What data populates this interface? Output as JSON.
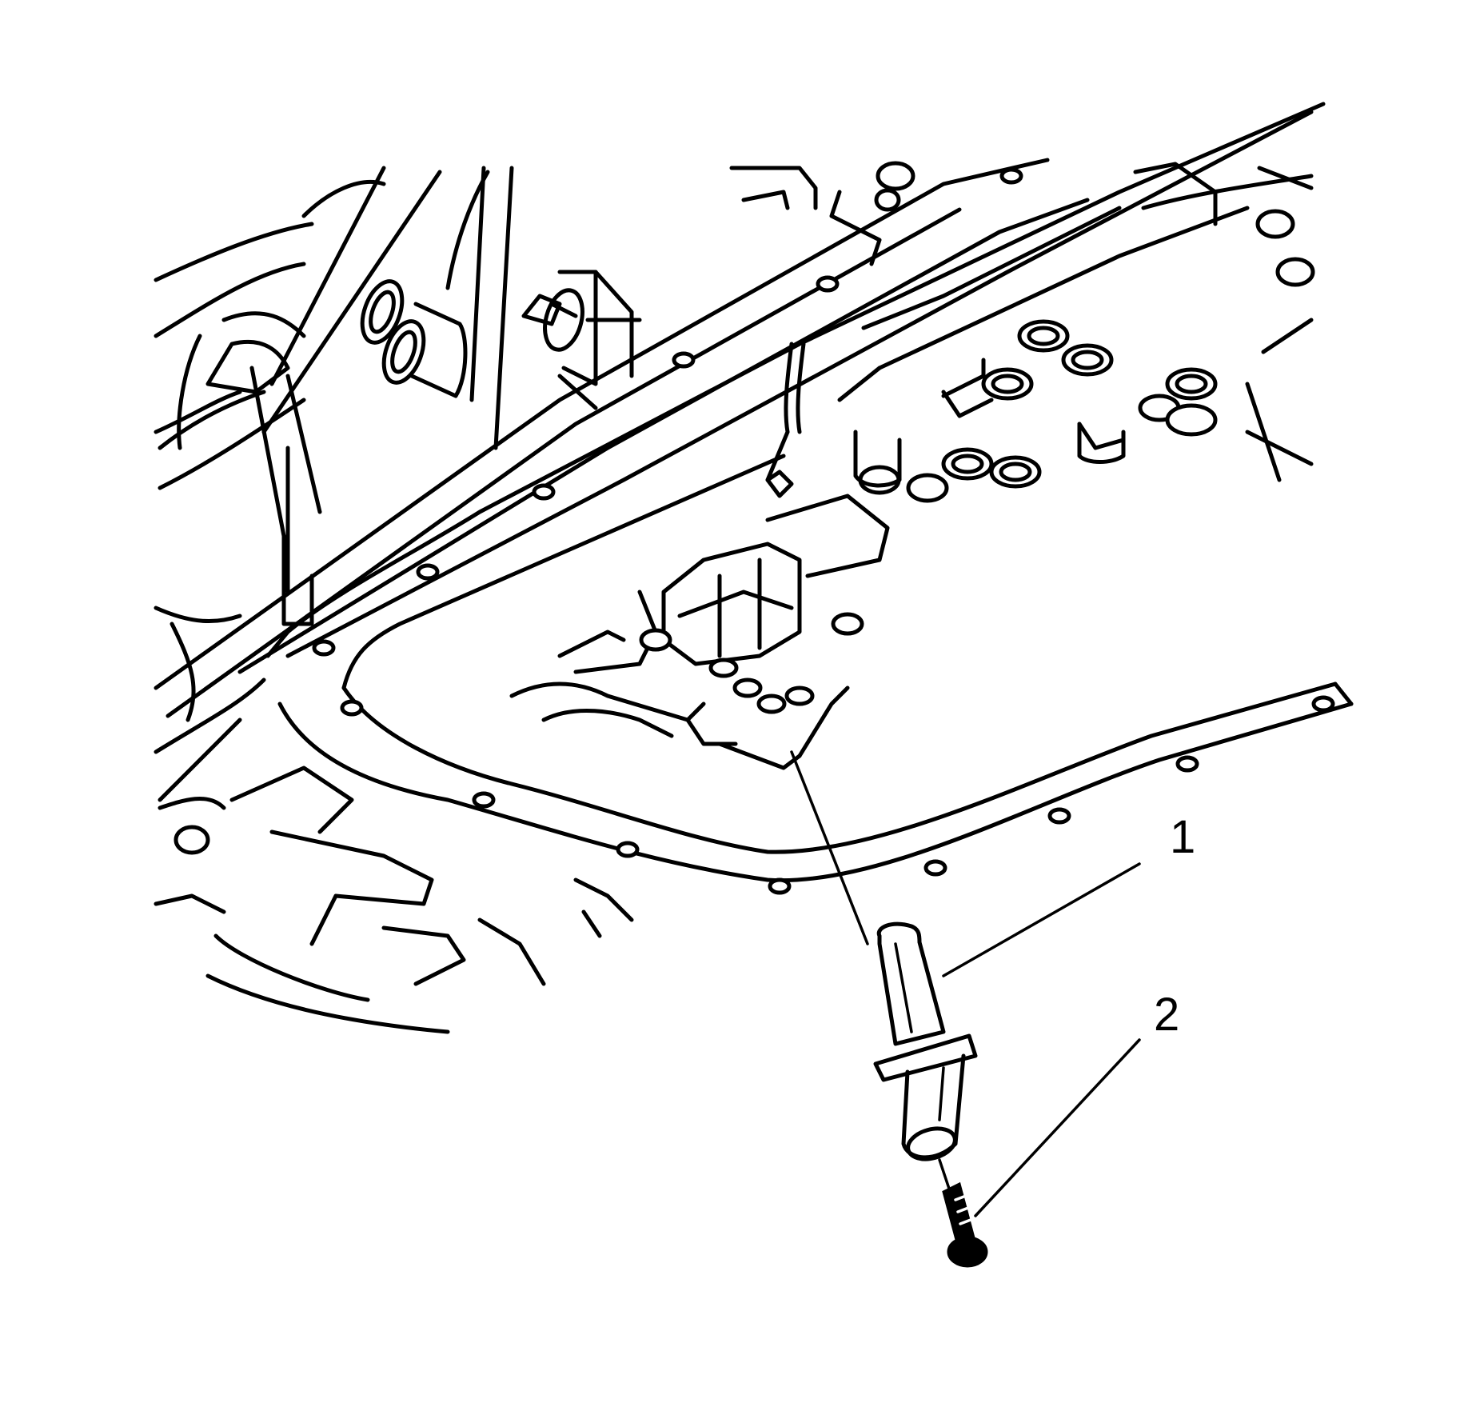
{
  "diagram": {
    "type": "service-manual-line-drawing",
    "subject": "Transmission case underside with valve body area, pan gasket, sensor and bolt",
    "background_color": "#ffffff",
    "line_color": "#000000"
  },
  "callouts": [
    {
      "id": "1",
      "label": "1",
      "refers_to": "sensor"
    },
    {
      "id": "2",
      "label": "2",
      "refers_to": "bolt"
    }
  ]
}
